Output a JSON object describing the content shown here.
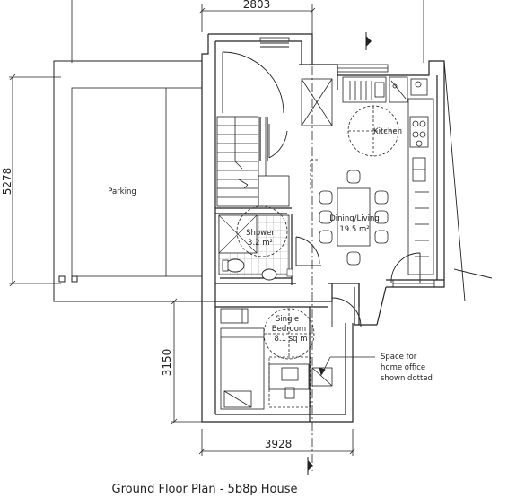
{
  "caption": "Ground Floor Plan - 5b8p House",
  "dimensions": {
    "top_width": "2803",
    "left_height": "5278",
    "right_height": "3150",
    "bottom_width": "3928"
  },
  "rooms": {
    "parking": "Parking",
    "kitchen": "Kitchen",
    "dining_living_name": "Dining/Living",
    "dining_living_area": "19.5 m²",
    "shower_name": "Shower",
    "shower_area": "3.2 m²",
    "bedroom_name": "Single",
    "bedroom_name_2": "Bedroom",
    "bedroom_area": "8.1 sq m"
  },
  "annotations": {
    "home_office_1": "Space for",
    "home_office_2": "home office",
    "home_office_3": "shown dotted"
  },
  "colors": {
    "line": "#222222",
    "wall_fill": "#ffffff",
    "tile": "#9a9a9a"
  }
}
